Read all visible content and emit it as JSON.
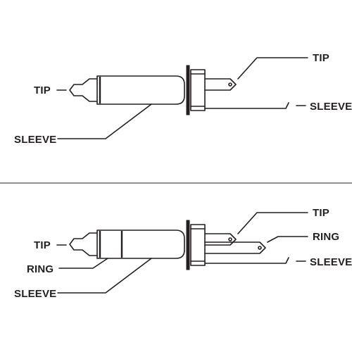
{
  "colors": {
    "ink": "#231f20",
    "background": "#ffffff"
  },
  "mono": {
    "plug": {
      "tip_label": "TIP",
      "sleeve_label": "SLEEVE"
    },
    "jack": {
      "tip_label": "TIP",
      "sleeve_label": "SLEEVE"
    }
  },
  "stereo": {
    "plug": {
      "tip_label": "TIP",
      "ring_label": "RING",
      "sleeve_label": "SLEEVE"
    },
    "jack": {
      "tip_label": "TIP",
      "ring_label": "RING",
      "sleeve_label": "SLEEVE"
    }
  }
}
